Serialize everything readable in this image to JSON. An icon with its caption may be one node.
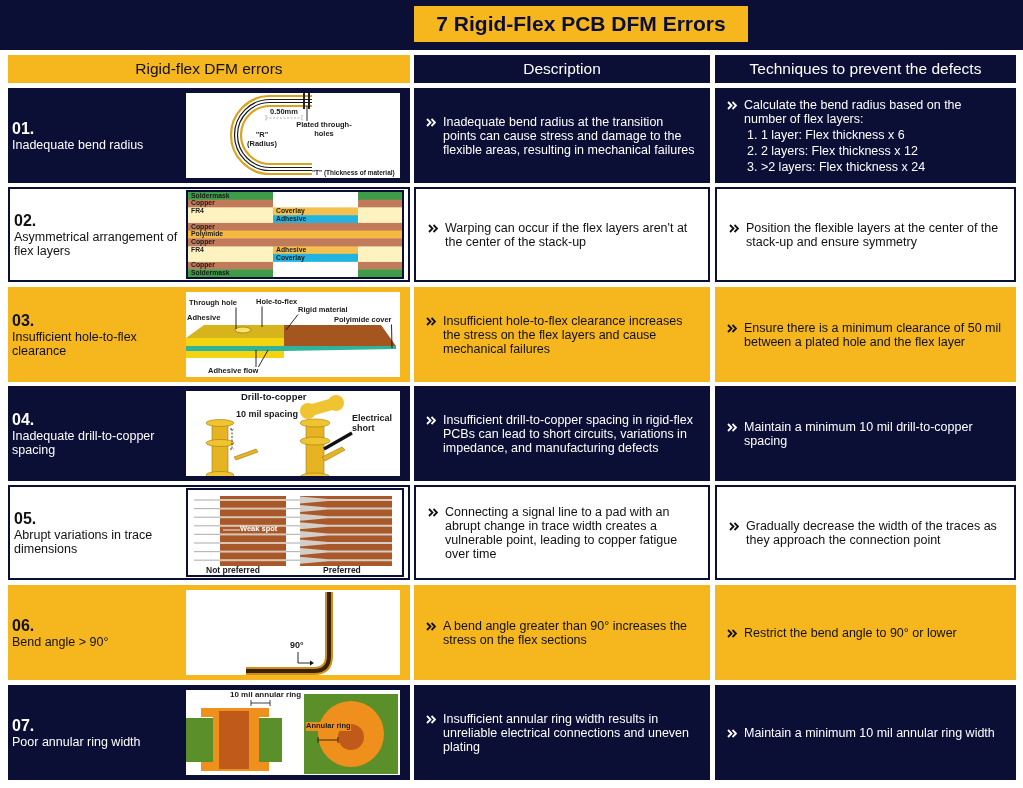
{
  "diagram": {
    "title": "7 Rigid-Flex PCB DFM Errors",
    "nodes": [
      {
        "text": [
          "Rigid-flex DFM errors"
        ]
      },
      {
        "text": [
          "Description"
        ]
      },
      {
        "text": [
          "Techniques to prevent the defects"
        ]
      },
      {
        "text": [
          "01.",
          "Inadequate bend radius"
        ]
      },
      {
        "text": [
          "0.50mm",
          "\"R\" (Radius)",
          "\"T\" (Thickness of material)"
        ],
        "in": 3
      },
      {
        "text": [
          "Plated through-holes"
        ],
        "in": 4
      },
      {
        "text": [
          "Inadequate bend radius at the transition points can cause stress and damage to the flexible areas, resulting in mechanical failures"
        ]
      },
      {
        "text": [
          "Calculate the bend radius based on the number of flex layers:",
          "1. 1 layer: Flex thickness x 6",
          "2. 2 layers: Flex thickness x 12",
          "3. >2 layers: Flex thickness x 24"
        ]
      },
      {
        "text": [
          "02.",
          "Asymmetrical arrangement of flex layers"
        ]
      },
      {
        "text": [
          "Soldermask",
          "Copper",
          "FR4",
          "Coverlay",
          "Adhesive",
          "Copper",
          "Polyimide",
          "Copper",
          "FR4",
          "Adhesive",
          "Coverlay",
          "Copper",
          "Soldermask"
        ],
        "in": 8
      },
      {
        "text": [
          "Warping can occur if the flex layers aren't at the center of the stack-up"
        ]
      },
      {
        "text": [
          "Position the flexible layers at the center of the stack-up and ensure symmetry"
        ]
      },
      {
        "text": [
          "03.",
          "Insufficient hole-to-flex clearance"
        ]
      },
      {
        "text": [
          "Adhesive"
        ],
        "in": 12
      },
      {
        "text": [
          "Through hole"
        ],
        "in": 13
      },
      {
        "text": [
          "Hole-to-flex"
        ],
        "in": 13
      },
      {
        "text": [
          "Rigid material"
        ],
        "in": 13
      },
      {
        "text": [
          "Polyimide cover"
        ],
        "in": 13
      },
      {
        "text": [
          "Adhesive flow"
        ],
        "in": 13
      },
      {
        "text": [
          "Insufficient hole-to-flex clearance increases the stress on the flex layers and cause mechanical failures"
        ]
      },
      {
        "text": [
          "Ensure there is a minimum clearance of 50 mil between a plated hole and the flex layer"
        ]
      },
      {
        "text": [
          "04.",
          "Inadequate drill-to-copper spacing"
        ]
      },
      {
        "text": [
          "Drill-to-copper",
          "10 mil spacing"
        ],
        "in": 21
      },
      {
        "text": [
          "Electrical short"
        ],
        "in": 22
      },
      {
        "text": [
          "Insufficient drill-to-copper spacing in rigid-flex PCBs can lead to short circuits, variations in impedance, and manufacturing defects"
        ]
      },
      {
        "text": [
          "Maintain a minimum 10 mil drill-to-copper spacing"
        ]
      },
      {
        "text": [
          "05.",
          "Abrupt variations in trace dimensions"
        ]
      },
      {
        "text": [
          "Not preferred",
          "Preferred"
        ],
        "in": 26
      },
      {
        "text": [
          "Weak spot"
        ],
        "in": 27
      },
      {
        "text": [
          "Connecting a signal line to a pad with an abrupt change in trace width creates a vulnerable point, leading to copper fatigue over time"
        ]
      },
      {
        "text": [
          "Gradually decrease the width of the traces as they approach the connection point"
        ]
      },
      {
        "text": [
          "06.",
          "Bend angle > 90°"
        ]
      },
      {
        "text": [
          "90°"
        ],
        "in": 31
      },
      {
        "text": [
          "A bend angle greater than 90° increases the stress on the flex sections"
        ]
      },
      {
        "text": [
          "Restrict the bend angle to 90° or lower"
        ]
      },
      {
        "text": [
          "07.",
          "Poor annular ring width"
        ]
      },
      {
        "text": [
          "10 mil annular ring",
          "Annular ring"
        ],
        "in": 35
      },
      {
        "text": [
          "Insufficient annular ring width results in unreliable electrical connections and uneven plating"
        ]
      },
      {
        "text": [
          "Maintain a minimum 10 mil annular ring width"
        ]
      }
    ],
    "edges": [
      {
        "from": 5,
        "to": null,
        "arrow": "none"
      },
      {
        "from": 14,
        "to": null,
        "arrow": "none"
      },
      {
        "from": 15,
        "to": null,
        "arrow": "none"
      },
      {
        "from": 16,
        "to": null,
        "arrow": "none"
      },
      {
        "from": 17,
        "to": null,
        "arrow": "none"
      },
      {
        "from": 18,
        "to": null,
        "arrow": "none"
      },
      {
        "from": 18,
        "to": null,
        "arrow": "none"
      },
      {
        "from": 23,
        "to": null,
        "arrow": "none",
        "style": "thick"
      },
      {
        "from": 28,
        "to": null,
        "arrow": "none",
        "color": "#ffffff"
      }
    ]
  }
}
